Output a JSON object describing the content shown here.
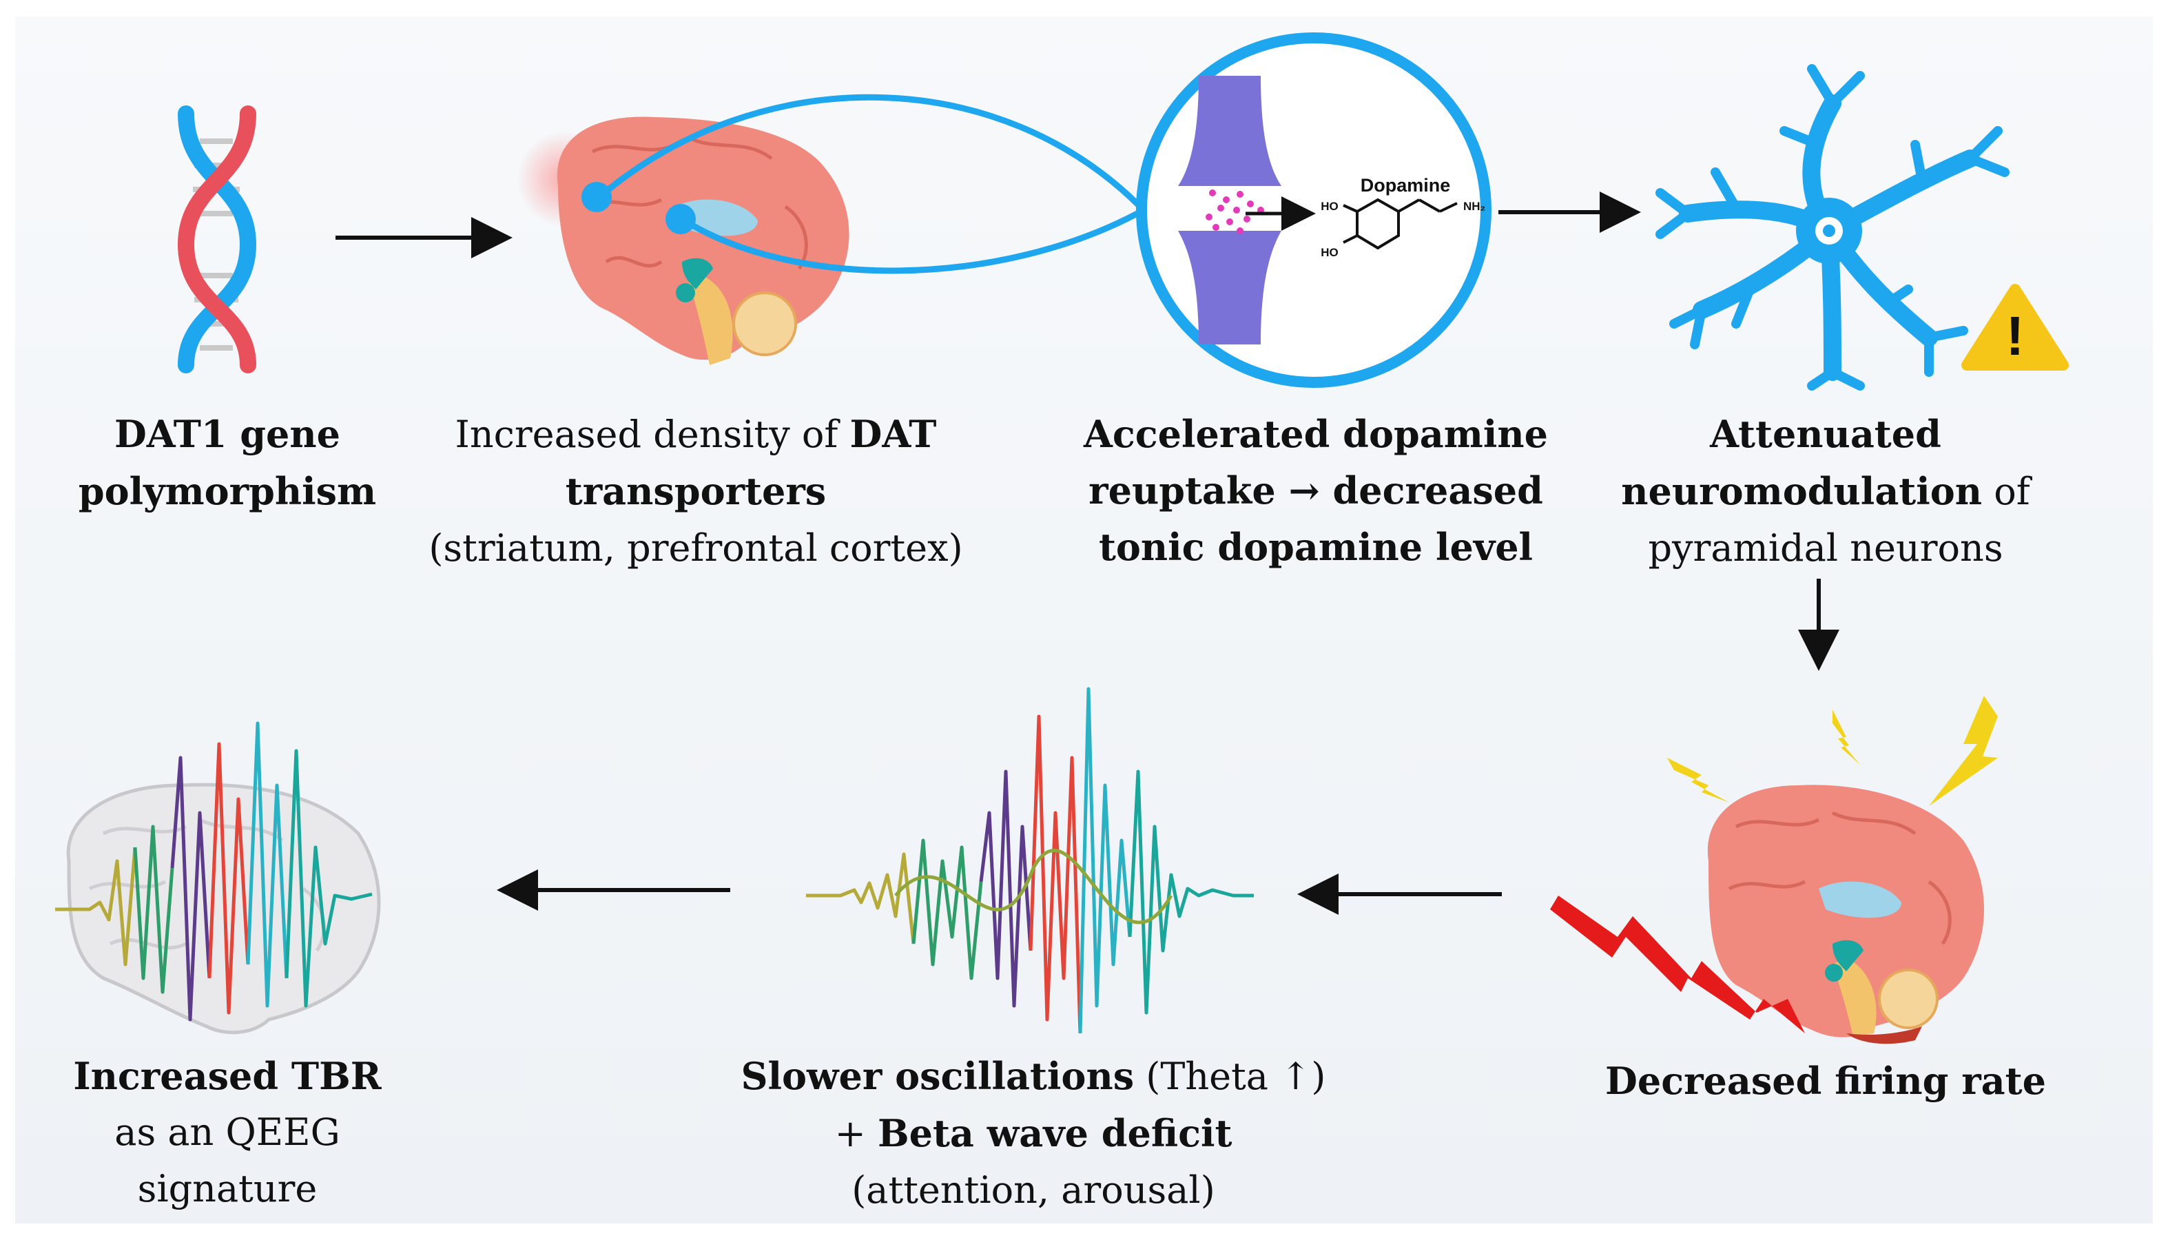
{
  "steps": [
    {
      "id": "dat1",
      "bold1": "DAT1 gene",
      "bold2": "polymorphism"
    },
    {
      "id": "density",
      "pre": "Increased density of ",
      "bold1": "DAT",
      "bold2": "transporters",
      "plain": "(striatum, prefrontal cortex)"
    },
    {
      "id": "reuptake",
      "line1": "Accelerated dopamine",
      "line2": "reuptake → decreased",
      "line3": "tonic dopamine level"
    },
    {
      "id": "neuromod",
      "bold1": "Attenuated",
      "bold2": "neuromodulation",
      "plain2": " of",
      "plain3": "pyramidal neurons"
    },
    {
      "id": "firing",
      "bold1": "Decreased firing rate"
    },
    {
      "id": "oscill",
      "bold1": "Slower oscillations",
      "plain1": " (Theta ↑)",
      "plus": "+ ",
      "bold2": "Beta wave deficit",
      "plain3": "(attention, arousal)"
    },
    {
      "id": "tbr",
      "bold1": "Increased TBR",
      "plain2": "as an QEEG signature"
    }
  ],
  "molecule": {
    "name": "Dopamine",
    "ho1": "HO",
    "ho2": "HO",
    "nh2": "NH₂"
  },
  "warning": {
    "symbol": "!"
  },
  "colors": {
    "blue": "#1ea6ef",
    "brain": "#f08a7e",
    "synapse": "#7a72d6",
    "dots": "#e23ab8",
    "dna_red": "#e8505b",
    "warn": "#f5c518",
    "bolt": "#f2d21a",
    "red_arrow": "#e51b1b"
  }
}
